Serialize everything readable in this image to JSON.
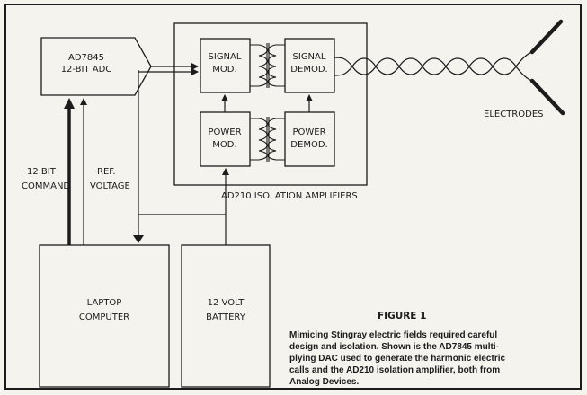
{
  "adc": {
    "line1": "AD7845",
    "line2": "12-BIT ADC"
  },
  "signal_mod": {
    "line1": "SIGNAL",
    "line2": "MOD."
  },
  "signal_demod": {
    "line1": "SIGNAL",
    "line2": "DEMOD."
  },
  "power_mod": {
    "line1": "POWER",
    "line2": "MOD."
  },
  "power_demod": {
    "line1": "POWER",
    "line2": "DEMOD."
  },
  "isolation_label": "AD210 ISOLATION AMPLIFIERS",
  "electrodes_label": "ELECTRODES",
  "command_label": {
    "line1": "12 BIT",
    "line2": "COMMAND"
  },
  "ref_label": {
    "line1": "REF.",
    "line2": "VOLTAGE"
  },
  "laptop": {
    "line1": "LAPTOP",
    "line2": "COMPUTER"
  },
  "battery": {
    "line1": "12 VOLT",
    "line2": "BATTERY"
  },
  "caption": {
    "title": "FIGURE 1",
    "lines": [
      "Mimicing Stingray electric fields required careful",
      "design and isolation. Shown is the AD7845 multi-",
      "plying DAC used to generate the harmonic electric",
      "calls and the AD210 isolation amplifier, both from",
      "Analog Devices."
    ]
  }
}
